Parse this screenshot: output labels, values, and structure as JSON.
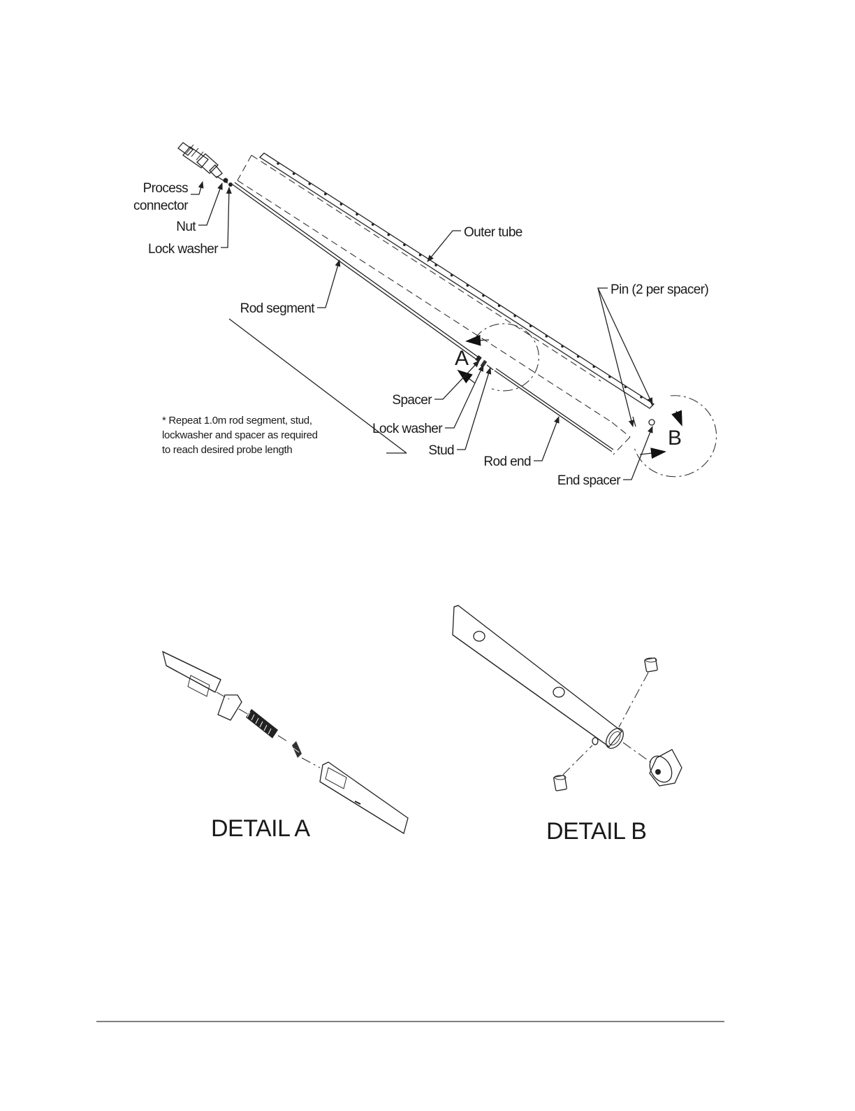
{
  "labels": {
    "process_connector_1": "Process",
    "process_connector_2": "connector",
    "nut": "Nut",
    "lock_washer_top": "Lock washer",
    "outer_tube": "Outer tube",
    "pin": "Pin (2 per spacer)",
    "rod_segment": "Rod segment",
    "detail_marker_a": "A",
    "detail_marker_b": "B",
    "spacer": "Spacer",
    "lock_washer_mid": "Lock washer",
    "stud": "Stud",
    "rod_end": "Rod end",
    "end_spacer": "End spacer"
  },
  "note": {
    "line1": "* Repeat 1.0m rod segment, stud,",
    "line2": "lockwasher and spacer as required",
    "line3": "to reach desired probe length"
  },
  "details": {
    "a_title": "DETAIL  A",
    "b_title": "DETAIL  B"
  }
}
